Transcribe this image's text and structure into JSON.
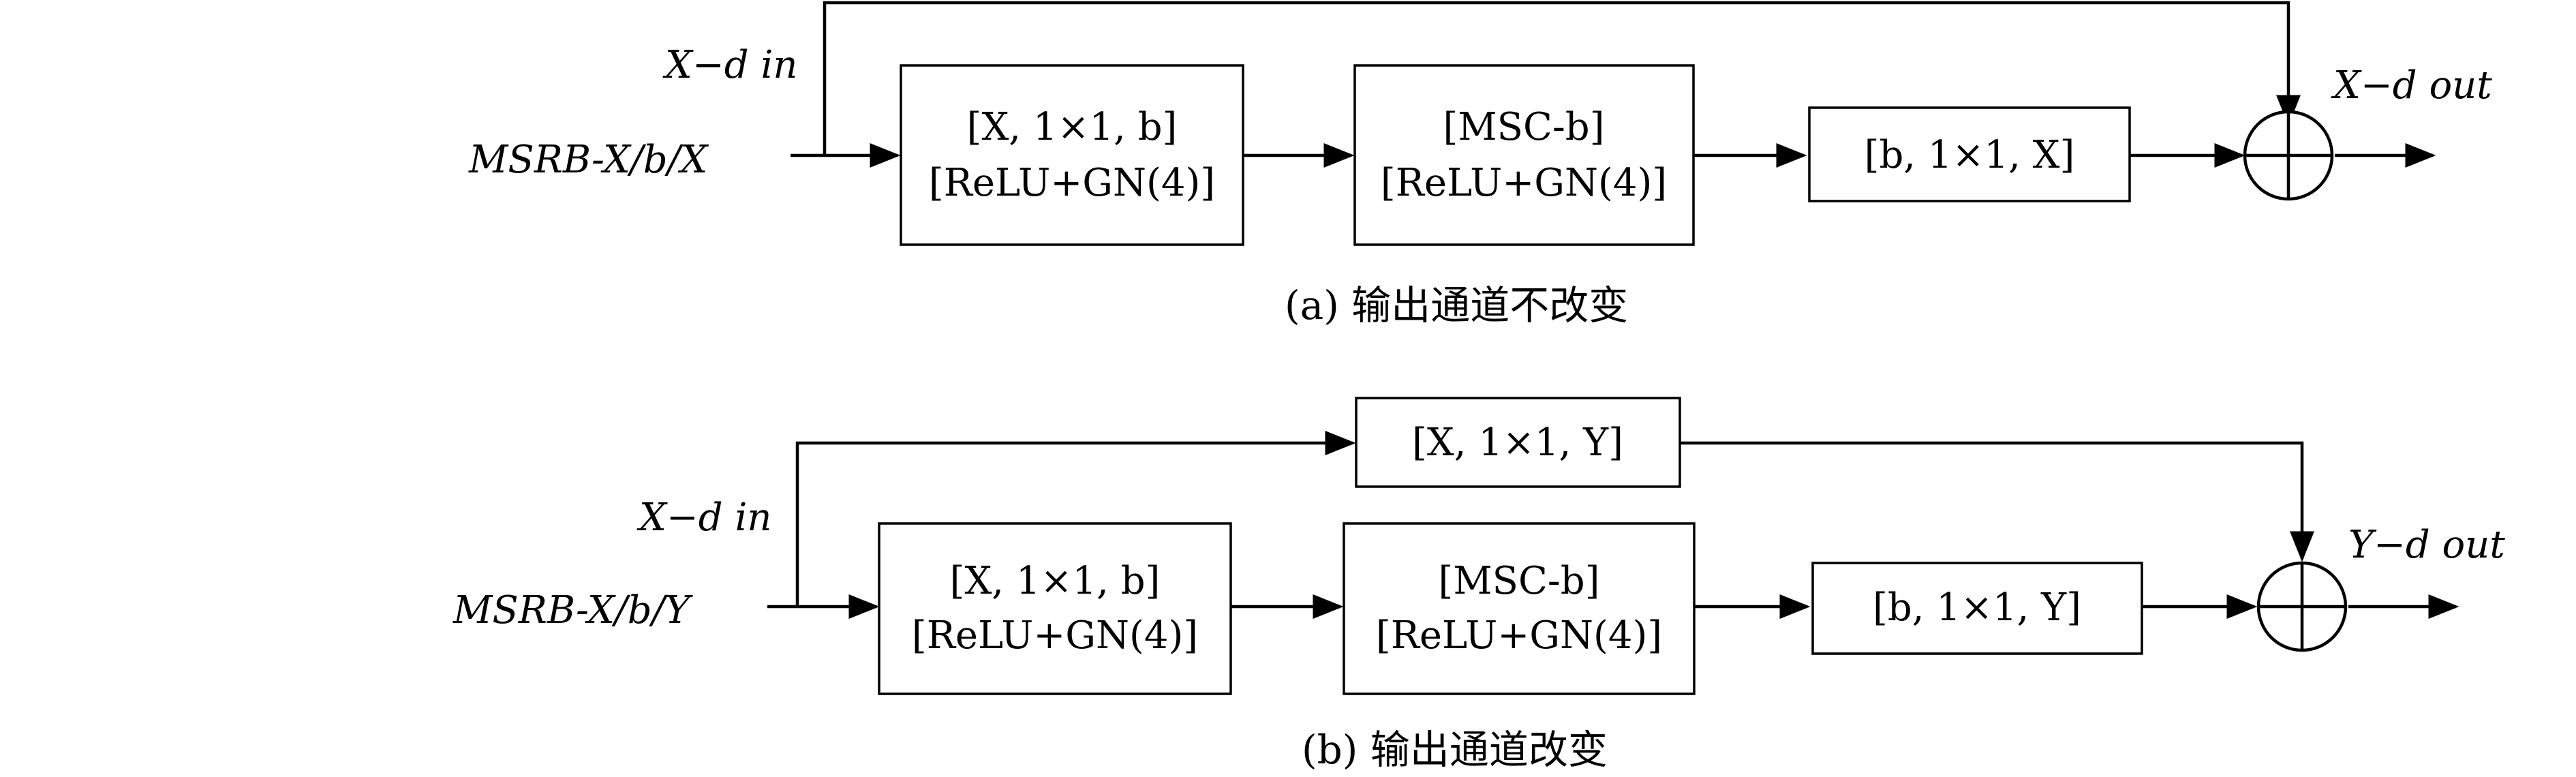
{
  "panel_a": {
    "input_label": "X−d in",
    "block_name": "MSRB-X/b/X",
    "box1": {
      "line1": "[X, 1×1, b]",
      "line2": "[ReLU+GN(4)]"
    },
    "box2": {
      "line1": "[MSC-b]",
      "line2": "[ReLU+GN(4)]"
    },
    "box3": {
      "line1": "[b, 1×1, X]"
    },
    "output_label": "X−d out",
    "caption": "(a) 输出通道不改变"
  },
  "panel_b": {
    "input_label": "X−d in",
    "block_name": "MSRB-X/b/Y",
    "shortcut_box": {
      "line1": "[X, 1×1, Y]"
    },
    "box1": {
      "line1": "[X, 1×1, b]",
      "line2": "[ReLU+GN(4)]"
    },
    "box2": {
      "line1": "[MSC-b]",
      "line2": "[ReLU+GN(4)]"
    },
    "box3": {
      "line1": "[b, 1×1, Y]"
    },
    "output_label": "Y−d out",
    "caption": "(b) 输出通道改变"
  }
}
